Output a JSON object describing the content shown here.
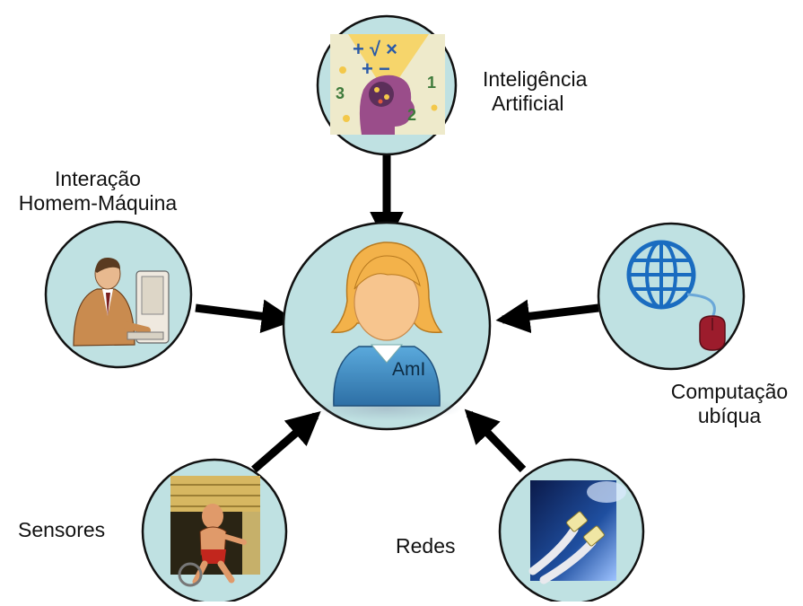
{
  "center": {
    "label": "AmI"
  },
  "nodes": {
    "ai": {
      "lines": [
        "Inteligência",
        "Artificial"
      ],
      "icon": "head-math-icon"
    },
    "hci": {
      "lines": [
        "Interação",
        "Homem-Máquina"
      ],
      "icon": "person-at-computer-icon"
    },
    "ubiquitous": {
      "lines": [
        "Computação",
        "ubíqua"
      ],
      "icon": "globe-mouse-icon"
    },
    "sensors": {
      "lines": [
        "Sensores"
      ],
      "icon": "exercise-bike-icon"
    },
    "networks": {
      "lines": [
        "Redes"
      ],
      "icon": "network-cable-icon"
    }
  },
  "colors": {
    "circle_fill": "#bfe1e2",
    "circle_stroke": "#111111",
    "arrow": "#000000",
    "person_body": "#3f8fc7",
    "person_hair": "#f3b24a",
    "person_skin": "#f7c58e"
  }
}
